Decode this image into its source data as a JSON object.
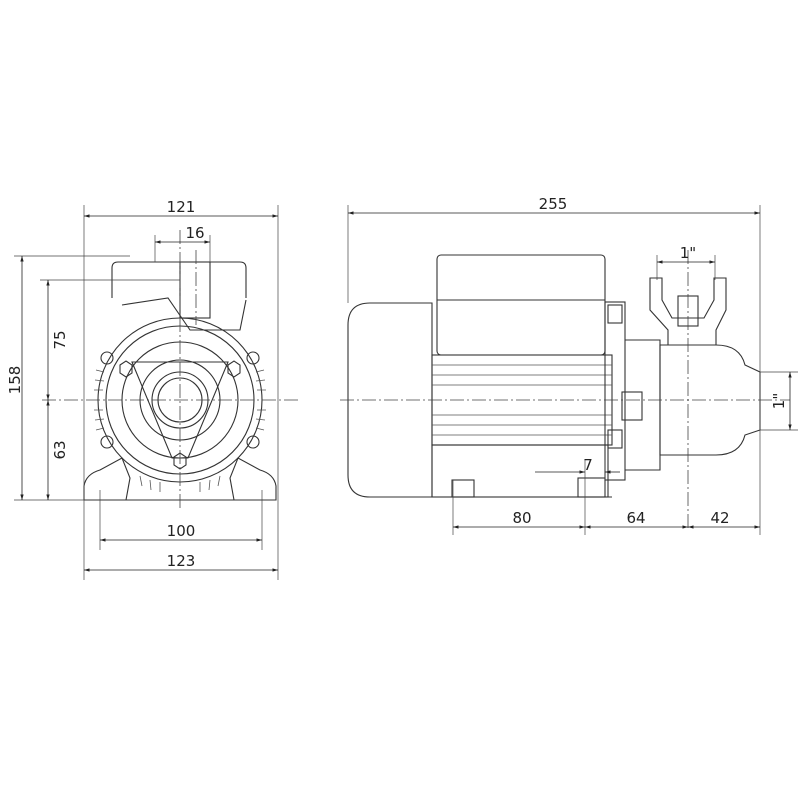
{
  "front_view": {
    "overall_width": "121",
    "outlet_width": "16",
    "overall_height": "158",
    "upper_height": "75",
    "lower_height": "63",
    "foot_hole_spacing": "100",
    "base_width": "123"
  },
  "side_view": {
    "overall_length": "255",
    "outlet_size": "1\"",
    "inlet_size": "1\"",
    "foot_slot": "7",
    "foot_spacing": "80",
    "foot_to_outlet": "64",
    "outlet_to_inlet": "42"
  }
}
